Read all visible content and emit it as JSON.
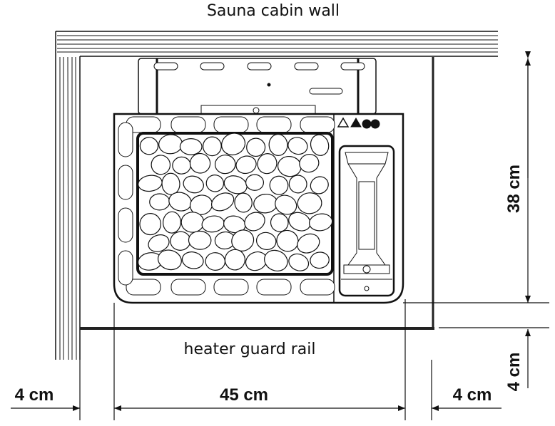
{
  "labels": {
    "wall": "Sauna cabin wall",
    "rail": "heater guard rail"
  },
  "dimensions": {
    "height": "38 cm",
    "floor_gap": "4 cm",
    "width": "45 cm",
    "left_gap": "4 cm",
    "right_gap": "4 cm"
  },
  "colors": {
    "line": "#111111",
    "background": "#ffffff"
  }
}
